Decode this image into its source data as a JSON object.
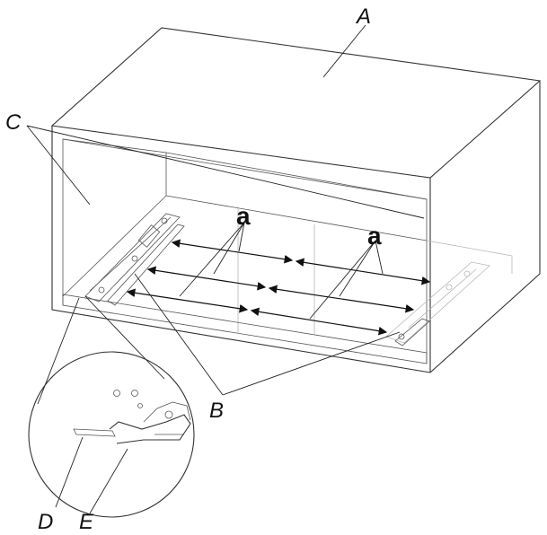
{
  "labels": {
    "A": "A",
    "B": "B",
    "C": "C",
    "D": "D",
    "E": "E",
    "a_left": "a",
    "a_right": "a"
  }
}
